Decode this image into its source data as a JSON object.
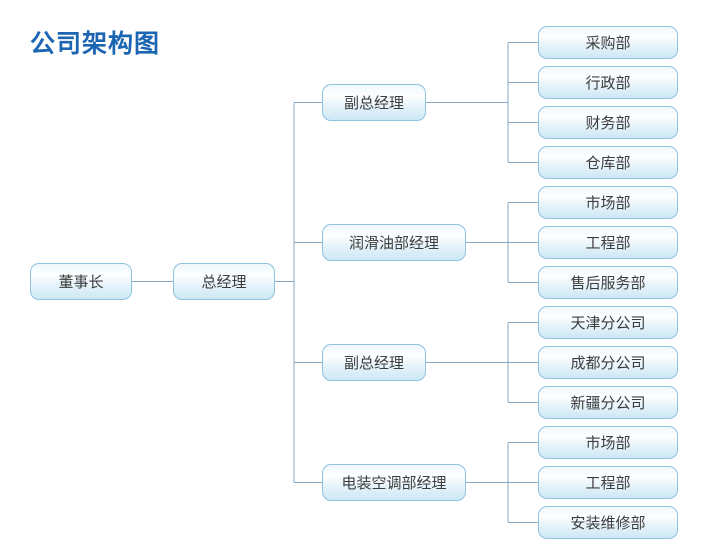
{
  "title": "公司架构图",
  "colors": {
    "title_color": "#1c65b3",
    "node_border": "#8fc3de",
    "node_text": "#3d3d3d",
    "connector": "#88aac6"
  },
  "org": {
    "chairman": {
      "label": "董事长"
    },
    "general_manager": {
      "label": "总经理"
    },
    "managers": [
      {
        "label": "副总经理",
        "departments": [
          "采购部",
          "行政部",
          "财务部",
          "仓库部"
        ]
      },
      {
        "label": "润滑油部经理",
        "departments": [
          "市场部",
          "工程部",
          "售后服务部"
        ]
      },
      {
        "label": "副总经理",
        "departments": [
          "天津分公司",
          "成都分公司",
          "新疆分公司"
        ]
      },
      {
        "label": "电装空调部经理",
        "departments": [
          "市场部",
          "工程部",
          "安装维修部"
        ]
      }
    ]
  }
}
